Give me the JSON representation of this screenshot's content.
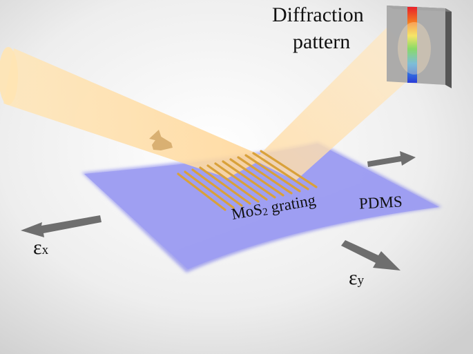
{
  "labels": {
    "title_line1": "Diffraction",
    "title_line2": "pattern",
    "substrate": "PDMS",
    "grating_main": "MoS",
    "grating_sub": "2",
    "grating_tail": " grating",
    "strain_x_symbol": "ε",
    "strain_x_sub": "x",
    "strain_y_symbol": "ε",
    "strain_y_sub": "y"
  },
  "colors": {
    "background": "#f3f3f3",
    "substrate": "#9c9cf0",
    "grating_line": "#d9a13a",
    "beam": "#ffd99a",
    "arrow": "#6e6e6e",
    "screen": "#9a9a9a",
    "spectrum_top": "#e8212a",
    "spectrum_bottom": "#2a3bd8"
  }
}
